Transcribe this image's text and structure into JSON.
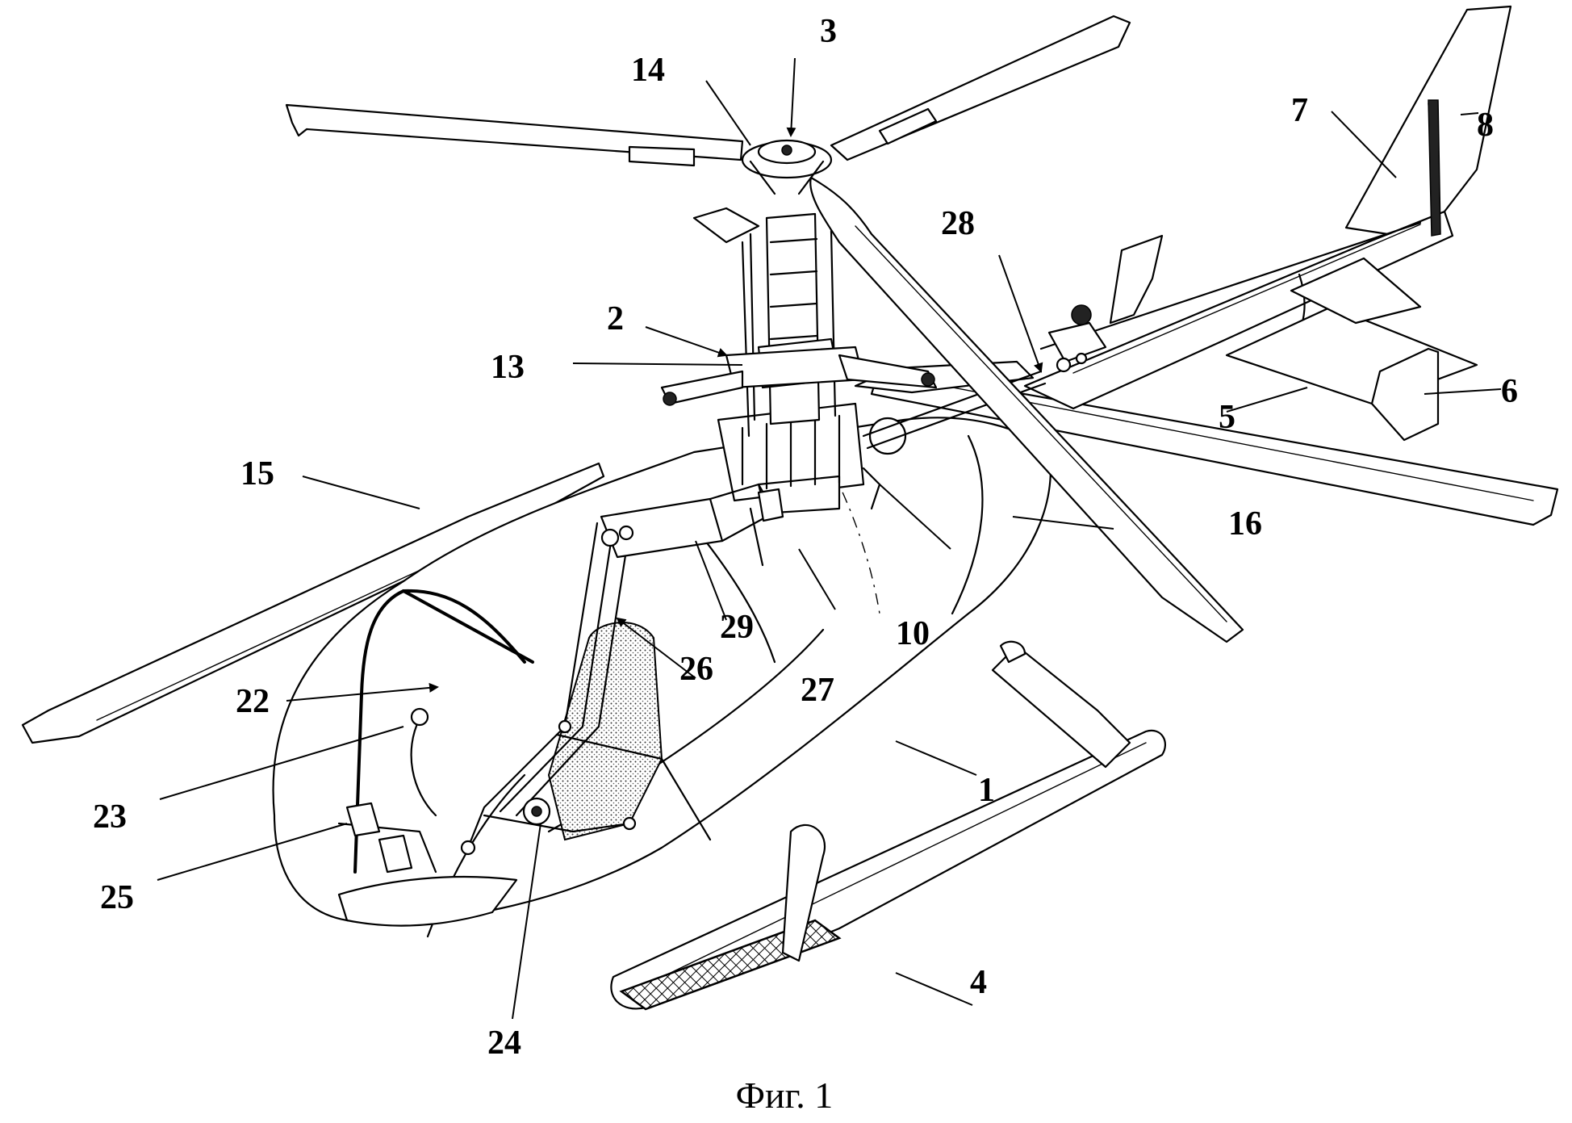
{
  "figure": {
    "caption": "Фиг. 1",
    "callouts": [
      {
        "id": "callout-1",
        "label": "1"
      },
      {
        "id": "callout-2",
        "label": "2"
      },
      {
        "id": "callout-3",
        "label": "3"
      },
      {
        "id": "callout-4",
        "label": "4"
      },
      {
        "id": "callout-5",
        "label": "5"
      },
      {
        "id": "callout-6",
        "label": "6"
      },
      {
        "id": "callout-7",
        "label": "7"
      },
      {
        "id": "callout-8",
        "label": "8"
      },
      {
        "id": "callout-10",
        "label": "10"
      },
      {
        "id": "callout-13",
        "label": "13"
      },
      {
        "id": "callout-14",
        "label": "14"
      },
      {
        "id": "callout-15",
        "label": "15"
      },
      {
        "id": "callout-16",
        "label": "16"
      },
      {
        "id": "callout-22",
        "label": "22"
      },
      {
        "id": "callout-23",
        "label": "23"
      },
      {
        "id": "callout-24",
        "label": "24"
      },
      {
        "id": "callout-25",
        "label": "25"
      },
      {
        "id": "callout-26",
        "label": "26"
      },
      {
        "id": "callout-27",
        "label": "27"
      },
      {
        "id": "callout-28",
        "label": "28"
      },
      {
        "id": "callout-29",
        "label": "29"
      }
    ]
  }
}
